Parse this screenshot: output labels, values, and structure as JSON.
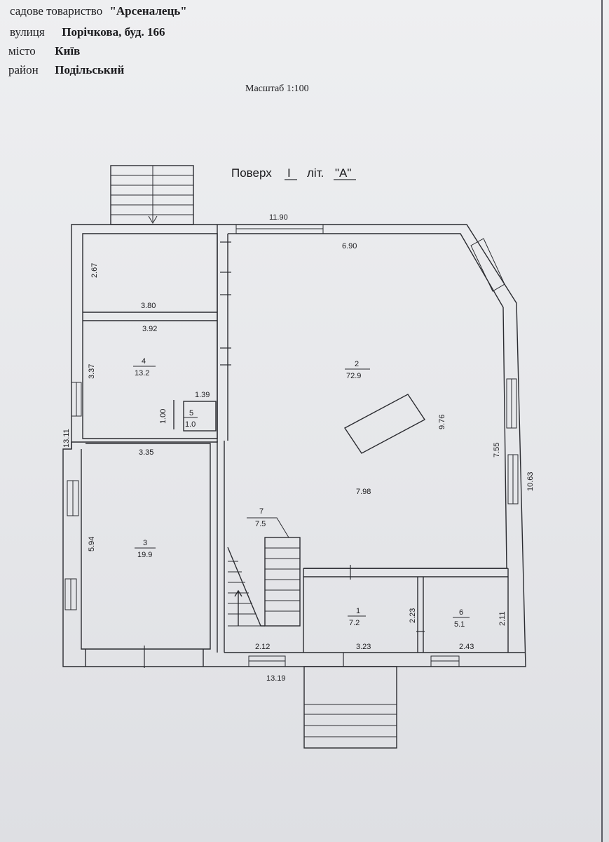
{
  "header": {
    "society_label": "садове товариство",
    "society_value": "\"Арсеналець\"",
    "street_label": "вулиця",
    "street_value": "Порічкова, буд. 166",
    "city_label": "місто",
    "city_value": "Київ",
    "district_label": "район",
    "district_value": "Подільський",
    "scale": "Масштаб 1:100"
  },
  "plan": {
    "title_prefix": "Поверх",
    "floor": "I",
    "lit_label": "літ.",
    "lit_value": "\"А\"",
    "rooms": [
      {
        "no": "1",
        "area": "7.2"
      },
      {
        "no": "2",
        "area": "72.9"
      },
      {
        "no": "3",
        "area": "19.9"
      },
      {
        "no": "4",
        "area": "13.2"
      },
      {
        "no": "5",
        "area": "1.0"
      },
      {
        "no": "6",
        "area": "5.1"
      },
      {
        "no": "7",
        "area": "7.5"
      }
    ],
    "dimensions": {
      "top_total": "11.90",
      "room2_top": "6.90",
      "topleft_height": "2.67",
      "topleft_width": "3.80",
      "room4_width": "3.92",
      "room4_height": "3.37",
      "room5_width": "1.39",
      "room5_height": "1.00",
      "left_total": "13.11",
      "room3_width": "3.35",
      "room3_height": "5.94",
      "room2_length": "9.76",
      "room2_right": "7.55",
      "right_total": "10.63",
      "room2_width": "7.98",
      "room1_height": "2.23",
      "room6_height": "2.11",
      "stair_width": "2.12",
      "room1_width": "3.23",
      "room6_width": "2.43",
      "bottom_total": "13.19"
    }
  }
}
